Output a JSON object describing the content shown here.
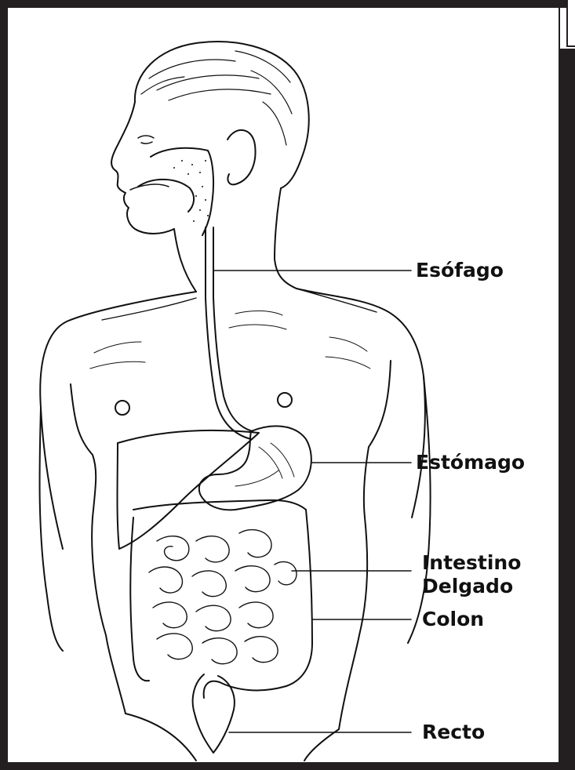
{
  "labels": {
    "esofago": "Esófago",
    "estomago": "Estómago",
    "intestino_line1": "Intestino",
    "intestino_line2": "Delgado",
    "colon": "Colon",
    "recto": "Recto"
  },
  "colors": {
    "ink": "#111111",
    "frame": "#231f20",
    "background": "#ffffff"
  }
}
